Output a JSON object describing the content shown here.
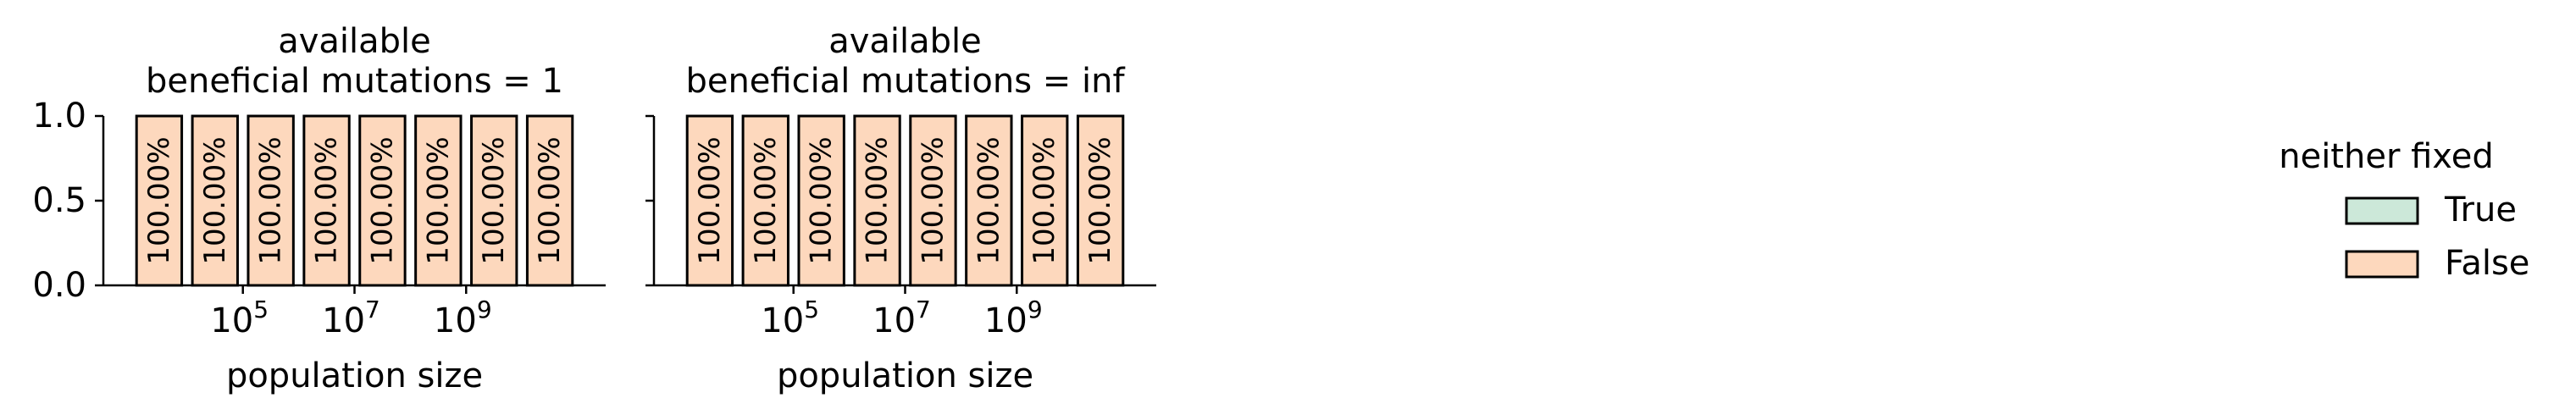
{
  "colors": {
    "true_fill": "#cce8d9",
    "false_fill": "#fdd8bd",
    "edge": "#000000"
  },
  "legend": {
    "title": "neither fixed",
    "entries": [
      {
        "label": "True",
        "color": "#cce8d9"
      },
      {
        "label": "False",
        "color": "#fdd8bd"
      }
    ]
  },
  "chart_data": [
    {
      "type": "bar",
      "stacked": true,
      "title": "available\nbeneficial mutations = 1",
      "title_lines": [
        "available",
        "beneficial mutations = 1"
      ],
      "xlabel": "population size",
      "ylabel": "",
      "ylim": [
        0,
        1
      ],
      "yticks": [
        "0.0",
        "0.5",
        "1.0"
      ],
      "xscale": "log",
      "xticks": [
        {
          "base": "10",
          "exp": "5"
        },
        {
          "base": "10",
          "exp": "7"
        },
        {
          "base": "10",
          "exp": "9"
        }
      ],
      "categories": [
        3162,
        31623,
        316228,
        3162278,
        31622777,
        316227766,
        3162277660,
        31622776602
      ],
      "series": [
        {
          "name": "True",
          "values": [
            0,
            0,
            0,
            0,
            0,
            0,
            0,
            0
          ]
        },
        {
          "name": "False",
          "values": [
            1,
            1,
            1,
            1,
            1,
            1,
            1,
            1
          ]
        }
      ],
      "bar_labels": [
        "100.00%",
        "100.00%",
        "100.00%",
        "100.00%",
        "100.00%",
        "100.00%",
        "100.00%",
        "100.00%"
      ]
    },
    {
      "type": "bar",
      "stacked": true,
      "title": "available\nbeneficial mutations = inf",
      "title_lines": [
        "available",
        "beneficial mutations = inf"
      ],
      "xlabel": "population size",
      "ylabel": "",
      "ylim": [
        0,
        1
      ],
      "yticks": [
        "",
        "",
        ""
      ],
      "xscale": "log",
      "xticks": [
        {
          "base": "10",
          "exp": "5"
        },
        {
          "base": "10",
          "exp": "7"
        },
        {
          "base": "10",
          "exp": "9"
        }
      ],
      "categories": [
        3162,
        31623,
        316228,
        3162278,
        31622777,
        316227766,
        3162277660,
        31622776602
      ],
      "series": [
        {
          "name": "True",
          "values": [
            0,
            0,
            0,
            0,
            0,
            0,
            0,
            0
          ]
        },
        {
          "name": "False",
          "values": [
            1,
            1,
            1,
            1,
            1,
            1,
            1,
            1
          ]
        }
      ],
      "bar_labels": [
        "100.00%",
        "100.00%",
        "100.00%",
        "100.00%",
        "100.00%",
        "100.00%",
        "100.00%",
        "100.00%"
      ]
    }
  ]
}
